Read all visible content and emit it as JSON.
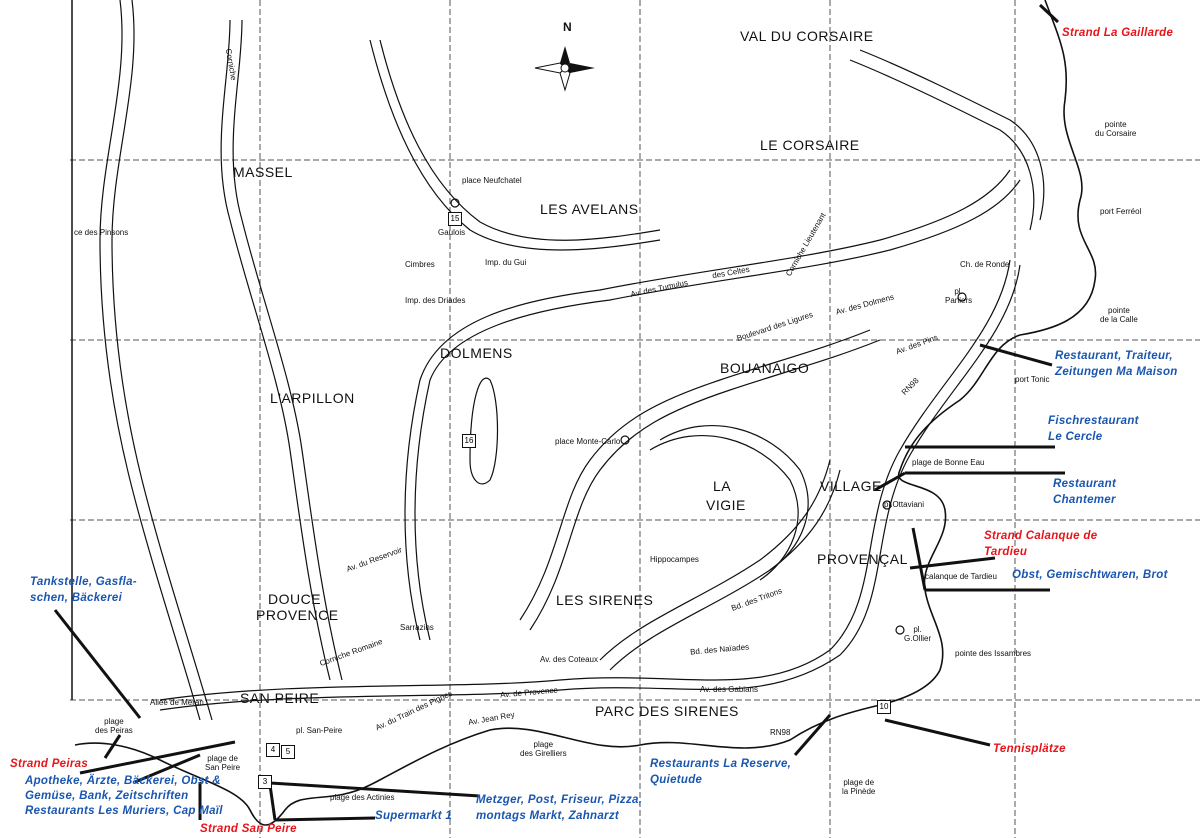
{
  "colors": {
    "annotation_blue": "#1a56b0",
    "annotation_red": "#e8141a",
    "ink": "#111111"
  },
  "compass": {
    "label": "N",
    "icon": "compass-rose-icon"
  },
  "areas": {
    "val_du_corsaire": "VAL DU CORSAIRE",
    "le_corsaire": "LE CORSAIRE",
    "massel": "MASSEL",
    "les_avelans": "LES AVELANS",
    "dolmens": "DOLMENS",
    "bouanaigo": "BOUANAIGO",
    "larpillon": "L'ARPILLON",
    "village": "VILLAGE",
    "la": "LA",
    "vigie": "VIGIE",
    "provencal": "PROVENÇAL",
    "douce": "DOUCE",
    "provence": "PROVENCE",
    "les_sirenes": "LES SIRENES",
    "san_peire": "SAN PEIRE",
    "parc_des_sirenes": "PARC DES SIRENES"
  },
  "places": {
    "pointe_corsaire": "pointe\ndu Corsaire",
    "port_ferreol": "port Ferréol",
    "pointe_calle": "pointe\nde la Calle",
    "port_tonic": "port Tonic",
    "plage_bonne_eau": "plage de Bonne Eau",
    "calanque_tardieu": "calanque de Tardieu",
    "pointe_issambres": "pointe des Issambres",
    "plage_pinede": "plage de\nla Pinède",
    "plage_girelliers": "plage\ndes Girelliers",
    "plage_actinies": "plage des Actinies",
    "plage_san_peire": "plage de\nSan Peire",
    "plage_peiras": "plage\ndes Peiras",
    "place_neufchatel": "place Neufchatel",
    "place_monte_carlo": "place Monte-Carlo",
    "pl_paniers": "pl.\nPaniers",
    "pl_ottaviani": "pl.Ottaviani",
    "pl_ollier": "pl.\nG.Ollier",
    "rn98_east": "RN98",
    "rn98_south": "RN98",
    "place_pinsons": "ce des Pinsons",
    "place_san_peire": "pl. San-Peire"
  },
  "streets": {
    "tumulus": "Av. des Tumulus",
    "celtes": "des Celtes",
    "corniche_lieutenant": "Corniche Lieutenant",
    "ligures": "Boulevard des Ligures",
    "dolmens_av": "Av. des Dolmens",
    "pins": "Av. des Pins",
    "provence_av": "Av. de Provence",
    "naiades": "Bd. des Naïades",
    "gabians": "Av. des Gabians",
    "tritons": "Bd. des Tritons",
    "hippocampes": "Hippocampes",
    "coteaux": "Av. des Coteaux",
    "reservoir": "Av. du Reservoir",
    "corniche_romaine": "Corniche Romaine",
    "train_pignes": "Av. du Train des Pignes",
    "jean_rey": "Av. Jean Rey",
    "meran": "Allée de Meran",
    "sarrazins": "Sarrazins",
    "cimbres": "Cimbres",
    "gui": "Imp. du Gui",
    "driades": "Imp. des Driades",
    "gaulois": "Gaulois",
    "corniche_lieutenant2": "Corniche",
    "ronde": "Ch. de Ronde",
    "dolmens": "Av. des Dolmens"
  },
  "markers": {
    "m15": "15",
    "m16": "16",
    "m10": "10",
    "m3": "3",
    "m4": "4",
    "m5": "5"
  },
  "annotations": {
    "strand_la_gaillarde": "Strand La Gaillarde",
    "ma_maison": [
      "Restaurant, Traiteur,",
      "Zeitungen Ma Maison"
    ],
    "le_cercle": [
      "Fischrestaurant",
      "Le Cercle"
    ],
    "chantemer": [
      "Restaurant",
      "Chantemer"
    ],
    "strand_calanque": [
      "Strand Calanque de",
      "Tardieu"
    ],
    "obst_brot": "Obst, Gemischtwaren, Brot",
    "tennis": "Tennisplätze",
    "la_reserve": [
      "Restaurants La Reserve,",
      "Quietude"
    ],
    "metzger": [
      "Metzger, Post, Friseur, Pizza,",
      "montags Markt, Zahnarzt"
    ],
    "supermarkt": "Supermarkt 1",
    "strand_san_peire": "Strand San Peire",
    "apotheke": [
      "Apotheke, Ärzte, Bäckerei, Obst &",
      "Gemüse, Bank, Zeitschriften",
      "Restaurants  Les Muriers, Cap Maïl"
    ],
    "strand_peiras": "Strand Peiras",
    "tankstelle": [
      "Tankstelle, Gasfla-",
      "schen, Bäckerei"
    ]
  }
}
